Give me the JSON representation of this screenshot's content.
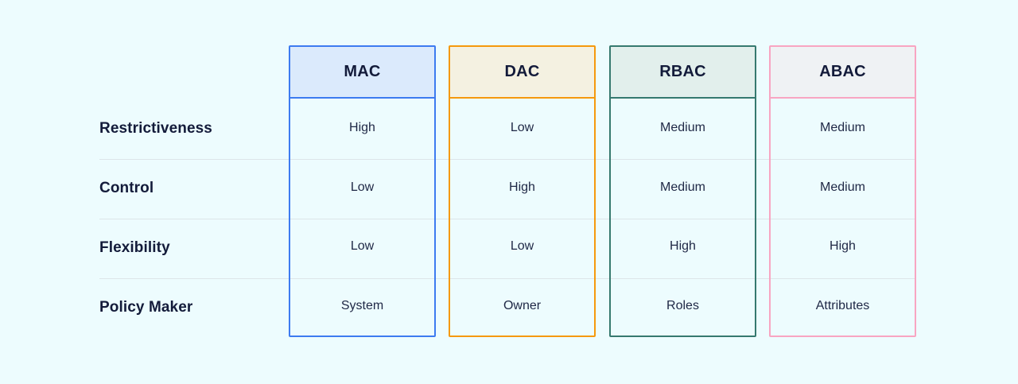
{
  "styles": {
    "background": "#edfcfe",
    "divider_color": "#dde5e9",
    "heading_text_color": "#131b3a",
    "cell_text_color": "#1e2745",
    "column_styles": [
      {
        "border": "#3d7bf0",
        "header_bg": "#dbeafc"
      },
      {
        "border": "#f5990d",
        "header_bg": "#f4f1e1"
      },
      {
        "border": "#36796f",
        "header_bg": "#e2efec"
      },
      {
        "border": "#f8a5c2",
        "header_bg": "#eff2f4"
      }
    ]
  },
  "chart_data": {
    "type": "table",
    "row_labels": [
      "Restrictiveness",
      "Control",
      "Flexibility",
      "Policy Maker"
    ],
    "columns": [
      {
        "name": "MAC",
        "values": [
          "High",
          "Low",
          "Low",
          "System"
        ]
      },
      {
        "name": "DAC",
        "values": [
          "Low",
          "High",
          "Low",
          "Owner"
        ]
      },
      {
        "name": "RBAC",
        "values": [
          "Medium",
          "Medium",
          "High",
          "Roles"
        ]
      },
      {
        "name": "ABAC",
        "values": [
          "Medium",
          "Medium",
          "High",
          "Attributes"
        ]
      }
    ],
    "layout": {
      "grid": "horizontal-row-dividers",
      "legend": "none"
    }
  }
}
